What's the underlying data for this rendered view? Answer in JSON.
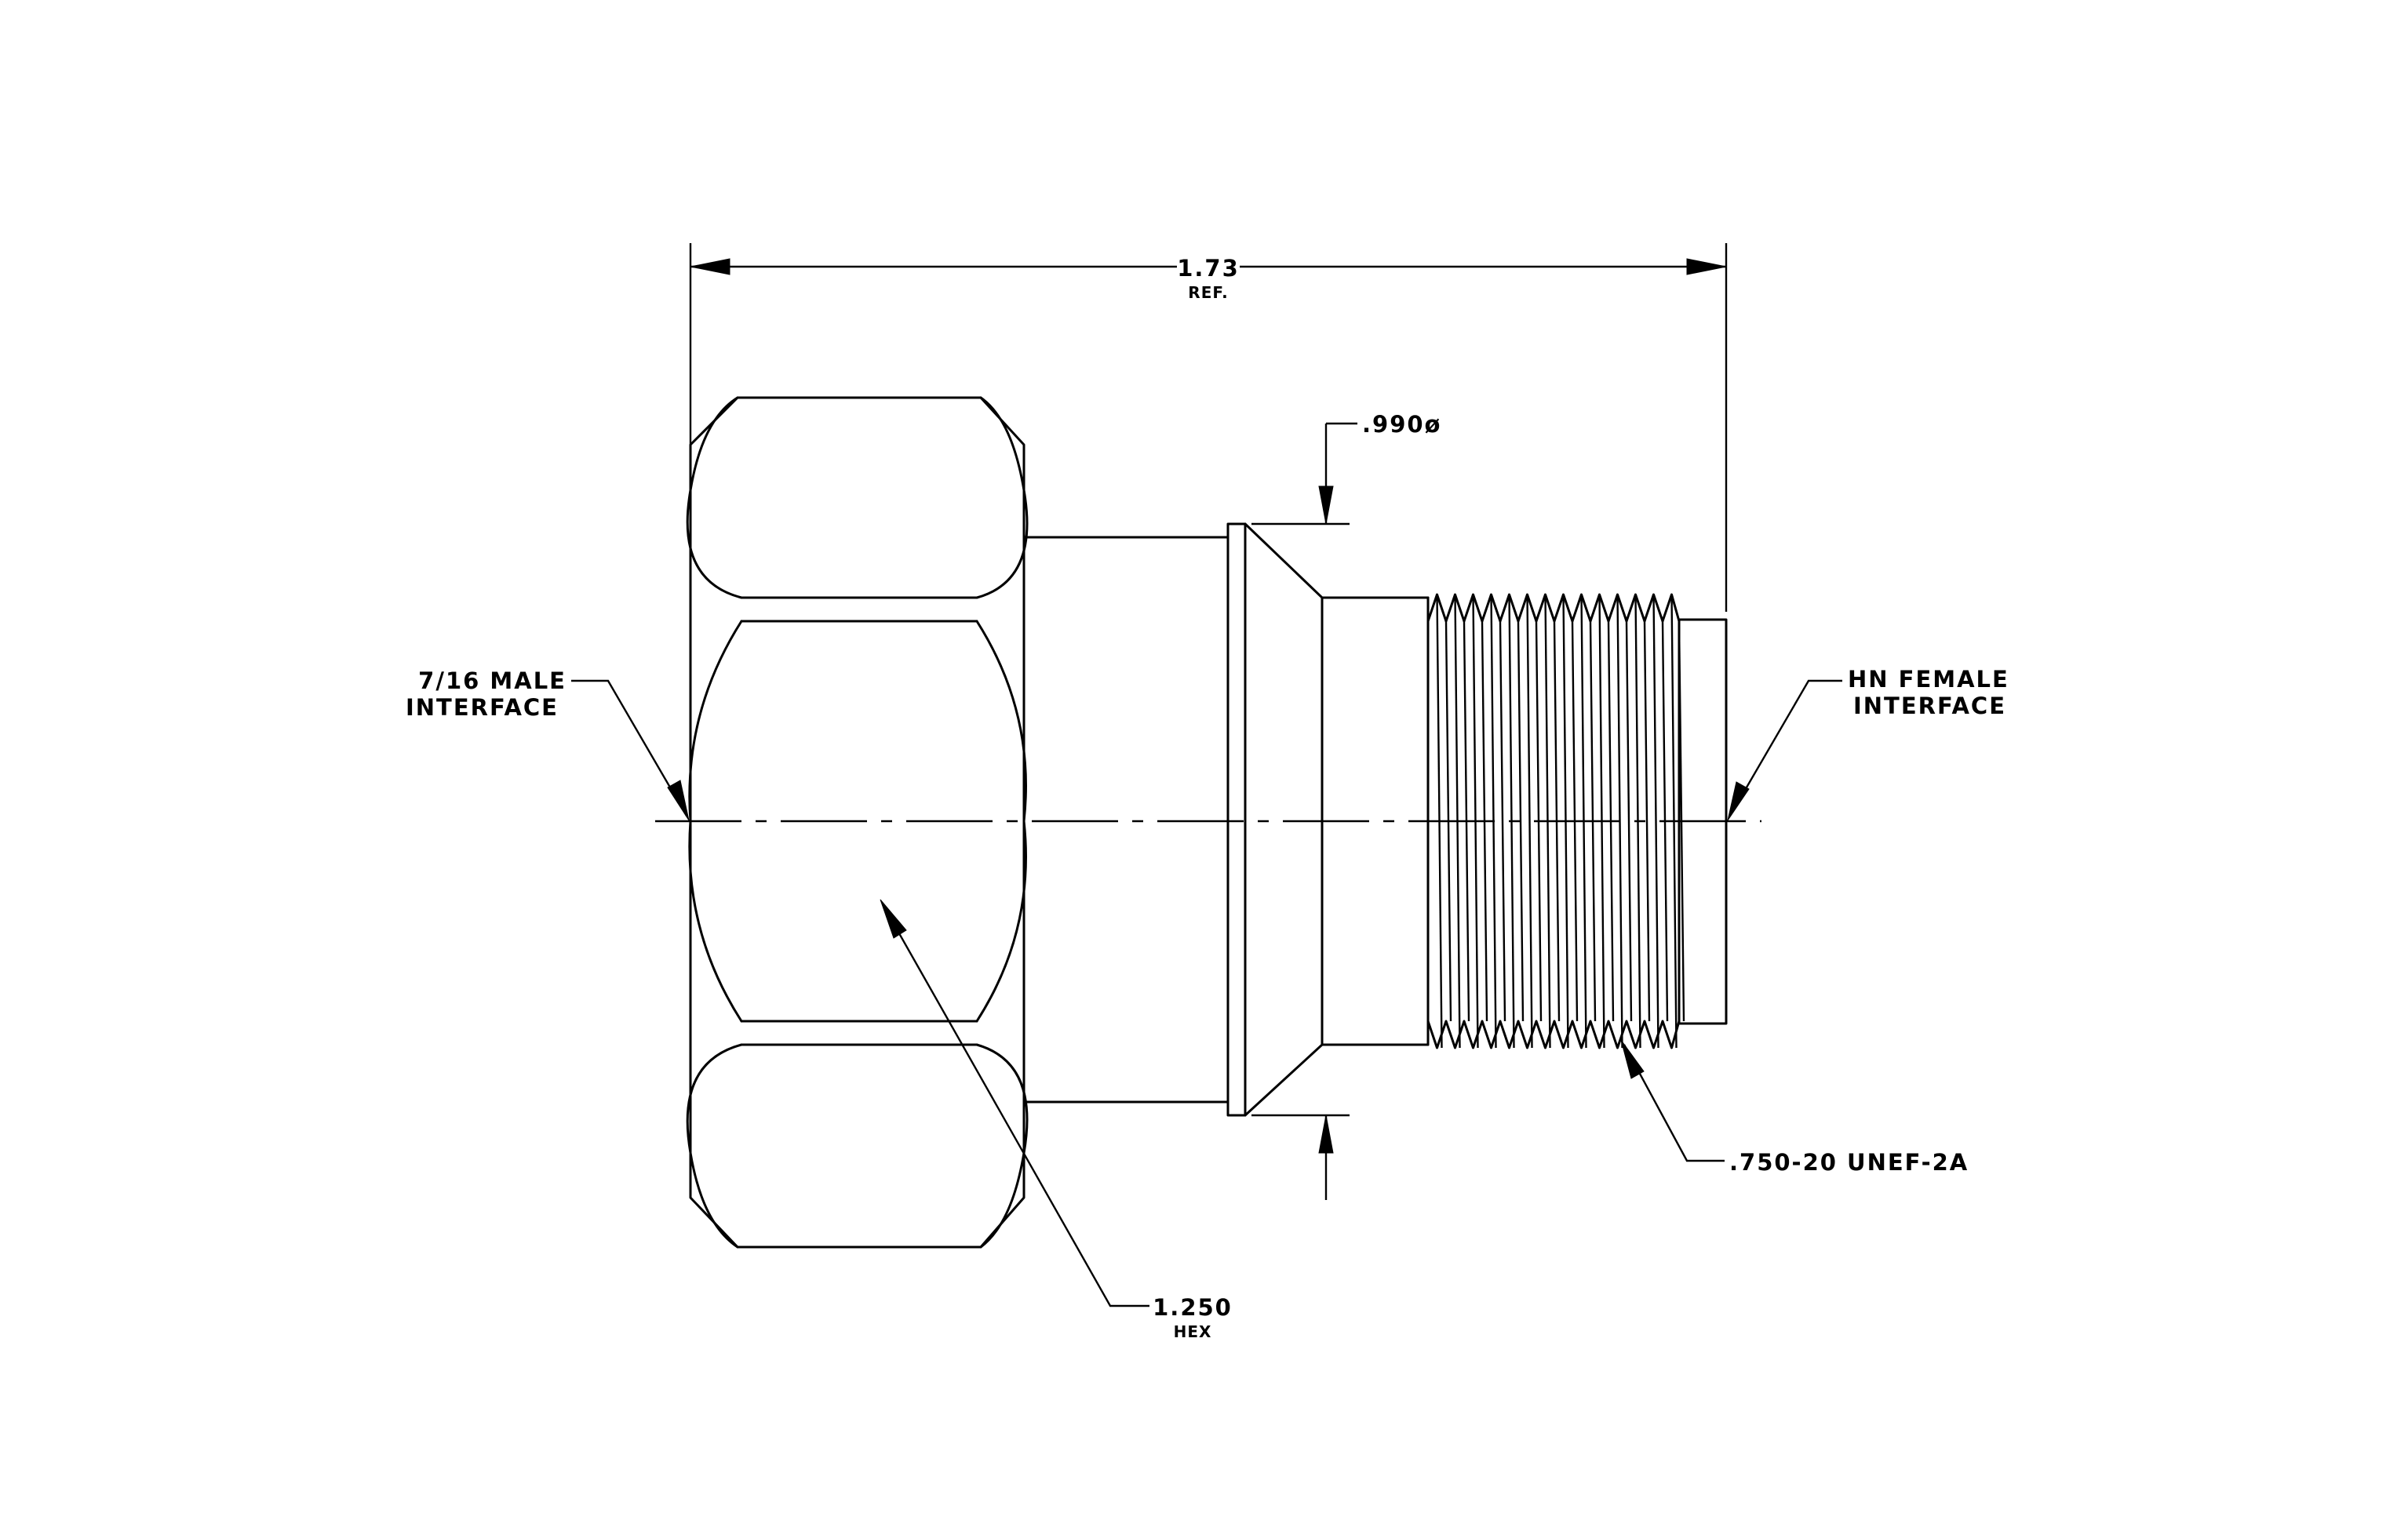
{
  "labels": {
    "overall_length": "1.73",
    "overall_length_note": "REF.",
    "flange_diameter": ".990ø",
    "left_interface_line1": "7/16 MALE",
    "left_interface_line2": "INTERFACE",
    "right_interface_line1": "HN FEMALE",
    "right_interface_line2": "INTERFACE",
    "thread_spec": ".750-20 UNEF-2A",
    "hex_size": "1.250",
    "hex_note": "HEX"
  }
}
